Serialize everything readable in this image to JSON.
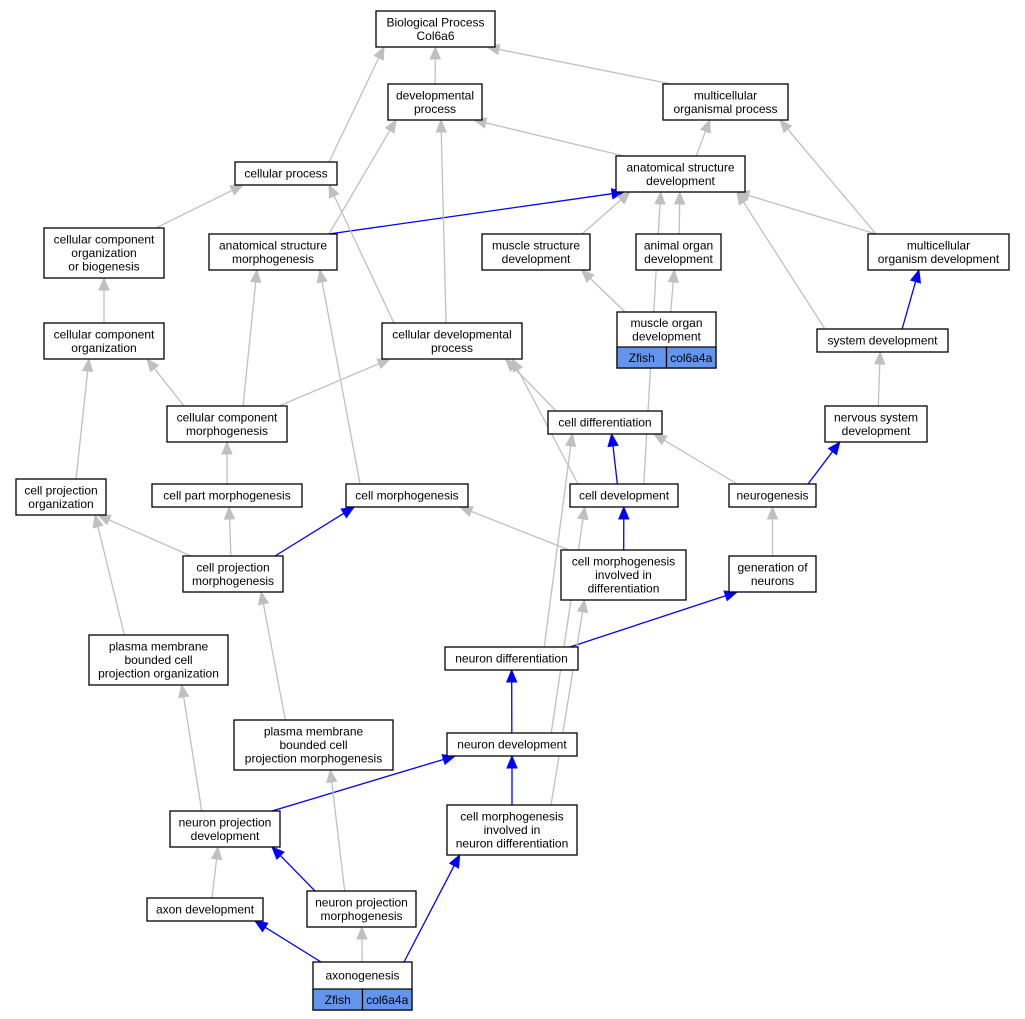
{
  "nodes": {
    "bp": {
      "lines": [
        "Biological Process",
        "Col6a6"
      ]
    },
    "devproc": {
      "lines": [
        "developmental",
        "process"
      ]
    },
    "multiproc": {
      "lines": [
        "multicellular",
        "organismal process"
      ]
    },
    "cellproc": {
      "lines": [
        "cellular process"
      ]
    },
    "asd": {
      "lines": [
        "anatomical structure",
        "development"
      ]
    },
    "ccob": {
      "lines": [
        "cellular component",
        "organization",
        "or biogenesis"
      ]
    },
    "asm": {
      "lines": [
        "anatomical structure",
        "morphogenesis"
      ]
    },
    "msd": {
      "lines": [
        "muscle structure",
        "development"
      ]
    },
    "aod": {
      "lines": [
        "animal organ",
        "development"
      ]
    },
    "mod": {
      "lines": [
        "multicellular",
        "organism development"
      ]
    },
    "cco": {
      "lines": [
        "cellular component",
        "organization"
      ]
    },
    "cdp": {
      "lines": [
        "cellular developmental",
        "process"
      ]
    },
    "muscleod": {
      "lines": [
        "muscle organ",
        "development"
      ],
      "tags": [
        "Zfish",
        "col6a4a"
      ]
    },
    "sysdev": {
      "lines": [
        "system development"
      ]
    },
    "ccm": {
      "lines": [
        "cellular component",
        "morphogenesis"
      ]
    },
    "celldiff": {
      "lines": [
        "cell differentiation"
      ]
    },
    "nsd": {
      "lines": [
        "nervous system",
        "development"
      ]
    },
    "cpo": {
      "lines": [
        "cell projection",
        "organization"
      ]
    },
    "cpartm": {
      "lines": [
        "cell part morphogenesis"
      ]
    },
    "cellm": {
      "lines": [
        "cell morphogenesis"
      ]
    },
    "celldev": {
      "lines": [
        "cell development"
      ]
    },
    "neurogen": {
      "lines": [
        "neurogenesis"
      ]
    },
    "cprojm": {
      "lines": [
        "cell projection",
        "morphogenesis"
      ]
    },
    "cmid": {
      "lines": [
        "cell morphogenesis",
        "involved in",
        "differentiation"
      ]
    },
    "genneur": {
      "lines": [
        "generation of",
        "neurons"
      ]
    },
    "pmbcpo": {
      "lines": [
        "plasma membrane",
        "bounded cell",
        "projection organization"
      ]
    },
    "neurdiff": {
      "lines": [
        "neuron differentiation"
      ]
    },
    "pmbcpm": {
      "lines": [
        "plasma membrane",
        "bounded cell",
        "projection morphogenesis"
      ]
    },
    "neurdev": {
      "lines": [
        "neuron development"
      ]
    },
    "npd": {
      "lines": [
        "neuron projection",
        "development"
      ]
    },
    "cmind": {
      "lines": [
        "cell morphogenesis",
        "involved in",
        "neuron differentiation"
      ]
    },
    "axondev": {
      "lines": [
        "axon development"
      ]
    },
    "npm": {
      "lines": [
        "neuron projection",
        "morphogenesis"
      ]
    },
    "axono": {
      "lines": [
        "axonogenesis"
      ],
      "tags": [
        "Zfish",
        "col6a4a"
      ]
    }
  },
  "edges": [
    {
      "from": "devproc",
      "to": "bp",
      "color": "gray"
    },
    {
      "from": "multiproc",
      "to": "bp",
      "color": "gray"
    },
    {
      "from": "cellproc",
      "to": "bp",
      "color": "gray"
    },
    {
      "from": "asd",
      "to": "devproc",
      "color": "gray"
    },
    {
      "from": "asd",
      "to": "multiproc",
      "color": "gray"
    },
    {
      "from": "mod",
      "to": "multiproc",
      "color": "gray"
    },
    {
      "from": "ccob",
      "to": "cellproc",
      "color": "gray"
    },
    {
      "from": "asm",
      "to": "devproc",
      "color": "gray"
    },
    {
      "from": "asm",
      "to": "asd",
      "color": "blue"
    },
    {
      "from": "msd",
      "to": "asd",
      "color": "gray"
    },
    {
      "from": "aod",
      "to": "asd",
      "color": "gray"
    },
    {
      "from": "mod",
      "to": "asd",
      "color": "gray"
    },
    {
      "from": "sysdev",
      "to": "asd",
      "color": "gray"
    },
    {
      "from": "celldev",
      "to": "asd",
      "color": "gray"
    },
    {
      "from": "cco",
      "to": "ccob",
      "color": "gray"
    },
    {
      "from": "cdp",
      "to": "devproc",
      "color": "gray"
    },
    {
      "from": "cdp",
      "to": "cellproc",
      "color": "gray"
    },
    {
      "from": "muscleod",
      "to": "msd",
      "color": "gray"
    },
    {
      "from": "muscleod",
      "to": "aod",
      "color": "gray"
    },
    {
      "from": "sysdev",
      "to": "mod",
      "color": "blue"
    },
    {
      "from": "ccm",
      "to": "cco",
      "color": "gray"
    },
    {
      "from": "ccm",
      "to": "asm",
      "color": "gray"
    },
    {
      "from": "ccm",
      "to": "cdp",
      "color": "gray"
    },
    {
      "from": "celldiff",
      "to": "cdp",
      "color": "gray"
    },
    {
      "from": "celldev",
      "to": "cdp",
      "color": "gray"
    },
    {
      "from": "nsd",
      "to": "sysdev",
      "color": "gray"
    },
    {
      "from": "cpo",
      "to": "cco",
      "color": "gray"
    },
    {
      "from": "cpartm",
      "to": "ccm",
      "color": "gray"
    },
    {
      "from": "cellm",
      "to": "asm",
      "color": "gray"
    },
    {
      "from": "celldev",
      "to": "celldiff",
      "color": "blue"
    },
    {
      "from": "neurogen",
      "to": "celldiff",
      "color": "gray"
    },
    {
      "from": "neurogen",
      "to": "nsd",
      "color": "blue"
    },
    {
      "from": "cprojm",
      "to": "cpo",
      "color": "gray"
    },
    {
      "from": "cprojm",
      "to": "cpartm",
      "color": "gray"
    },
    {
      "from": "cprojm",
      "to": "cellm",
      "color": "blue"
    },
    {
      "from": "cmid",
      "to": "cellm",
      "color": "gray"
    },
    {
      "from": "cmid",
      "to": "celldev",
      "color": "blue"
    },
    {
      "from": "genneur",
      "to": "neurogen",
      "color": "gray"
    },
    {
      "from": "pmbcpo",
      "to": "cpo",
      "color": "gray"
    },
    {
      "from": "neurdiff",
      "to": "celldiff",
      "color": "gray"
    },
    {
      "from": "neurdiff",
      "to": "genneur",
      "color": "blue"
    },
    {
      "from": "pmbcpm",
      "to": "cprojm",
      "color": "gray"
    },
    {
      "from": "neurdev",
      "to": "neurdiff",
      "color": "blue"
    },
    {
      "from": "neurdev",
      "to": "celldev",
      "color": "gray"
    },
    {
      "from": "npd",
      "to": "pmbcpo",
      "color": "gray"
    },
    {
      "from": "npd",
      "to": "neurdev",
      "color": "blue"
    },
    {
      "from": "cmind",
      "to": "neurdev",
      "color": "blue"
    },
    {
      "from": "cmind",
      "to": "cmid",
      "color": "gray"
    },
    {
      "from": "axondev",
      "to": "npd",
      "color": "gray"
    },
    {
      "from": "npm",
      "to": "npd",
      "color": "blue"
    },
    {
      "from": "npm",
      "to": "pmbcpm",
      "color": "gray"
    },
    {
      "from": "axono",
      "to": "axondev",
      "color": "blue"
    },
    {
      "from": "axono",
      "to": "npm",
      "color": "gray"
    },
    {
      "from": "axono",
      "to": "cmind",
      "color": "blue"
    }
  ]
}
